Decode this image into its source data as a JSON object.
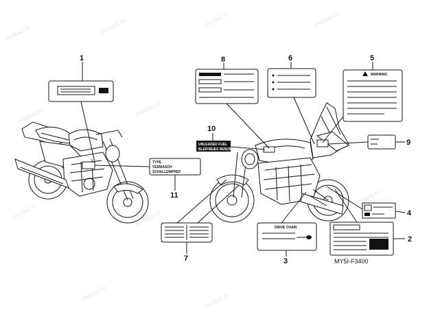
{
  "watermark": "motod.ru",
  "diagram_code": "MY5I-F3400",
  "callouts": [
    "1",
    "2",
    "3",
    "4",
    "5",
    "6",
    "7",
    "8",
    "9",
    "10",
    "11"
  ],
  "label_texts": {
    "warning": "WARNING",
    "drive_chain": "DRIVE CHAIN",
    "fuel_line1": "UNLEADED FUEL",
    "fuel_line2": "BLEIFREIES BENZIN",
    "type_line1": "TYPE",
    "type_line2": "VERMASCH",
    "type_line3": "SCHALLDMPREF"
  }
}
